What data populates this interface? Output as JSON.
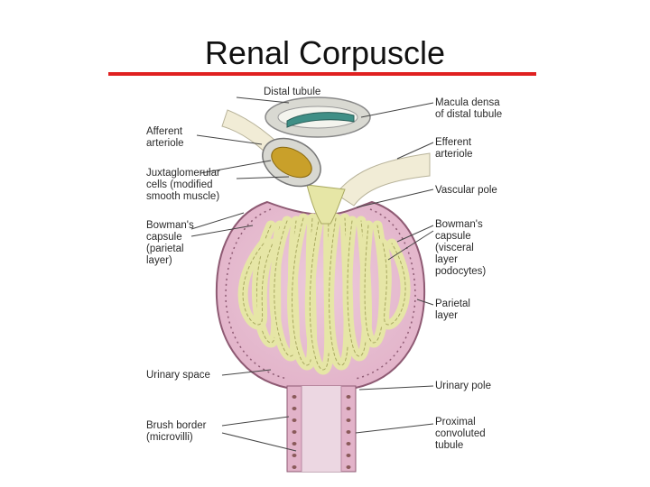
{
  "title": "Renal Corpuscle",
  "colors": {
    "title_rule": "#e02020",
    "capsule_fill": "#e2b3c9",
    "capsule_edge": "#8e5a73",
    "glomerulus": "#e6e6a6",
    "glomerulus_edge": "#a8a860",
    "vessel": "#f1ecd6",
    "macula_densa": "#3f8f86",
    "juxtaglomerular": "#c9a02a"
  },
  "labels": {
    "distal_tubule": "Distal tubule",
    "macula_densa": "Macula densa\nof distal tubule",
    "afferent_arteriole": "Afferent\narteriole",
    "efferent_arteriole": "Efferent\narteriole",
    "juxtaglomerular_cells": "Juxtaglomerular\ncells (modified\nsmooth muscle)",
    "vascular_pole": "Vascular pole",
    "bowmans_capsule_parietal": "Bowman's\ncapsule\n(parietal\nlayer)",
    "bowmans_capsule_visceral": "Bowman's\ncapsule\n(visceral\nlayer\npodocytes)",
    "parietal_layer": "Parietal\nlayer",
    "urinary_space": "Urinary space",
    "urinary_pole": "Urinary pole",
    "brush_border": "Brush border\n(microvilli)",
    "proximal_tubule": "Proximal\nconvoluted\ntubule"
  }
}
